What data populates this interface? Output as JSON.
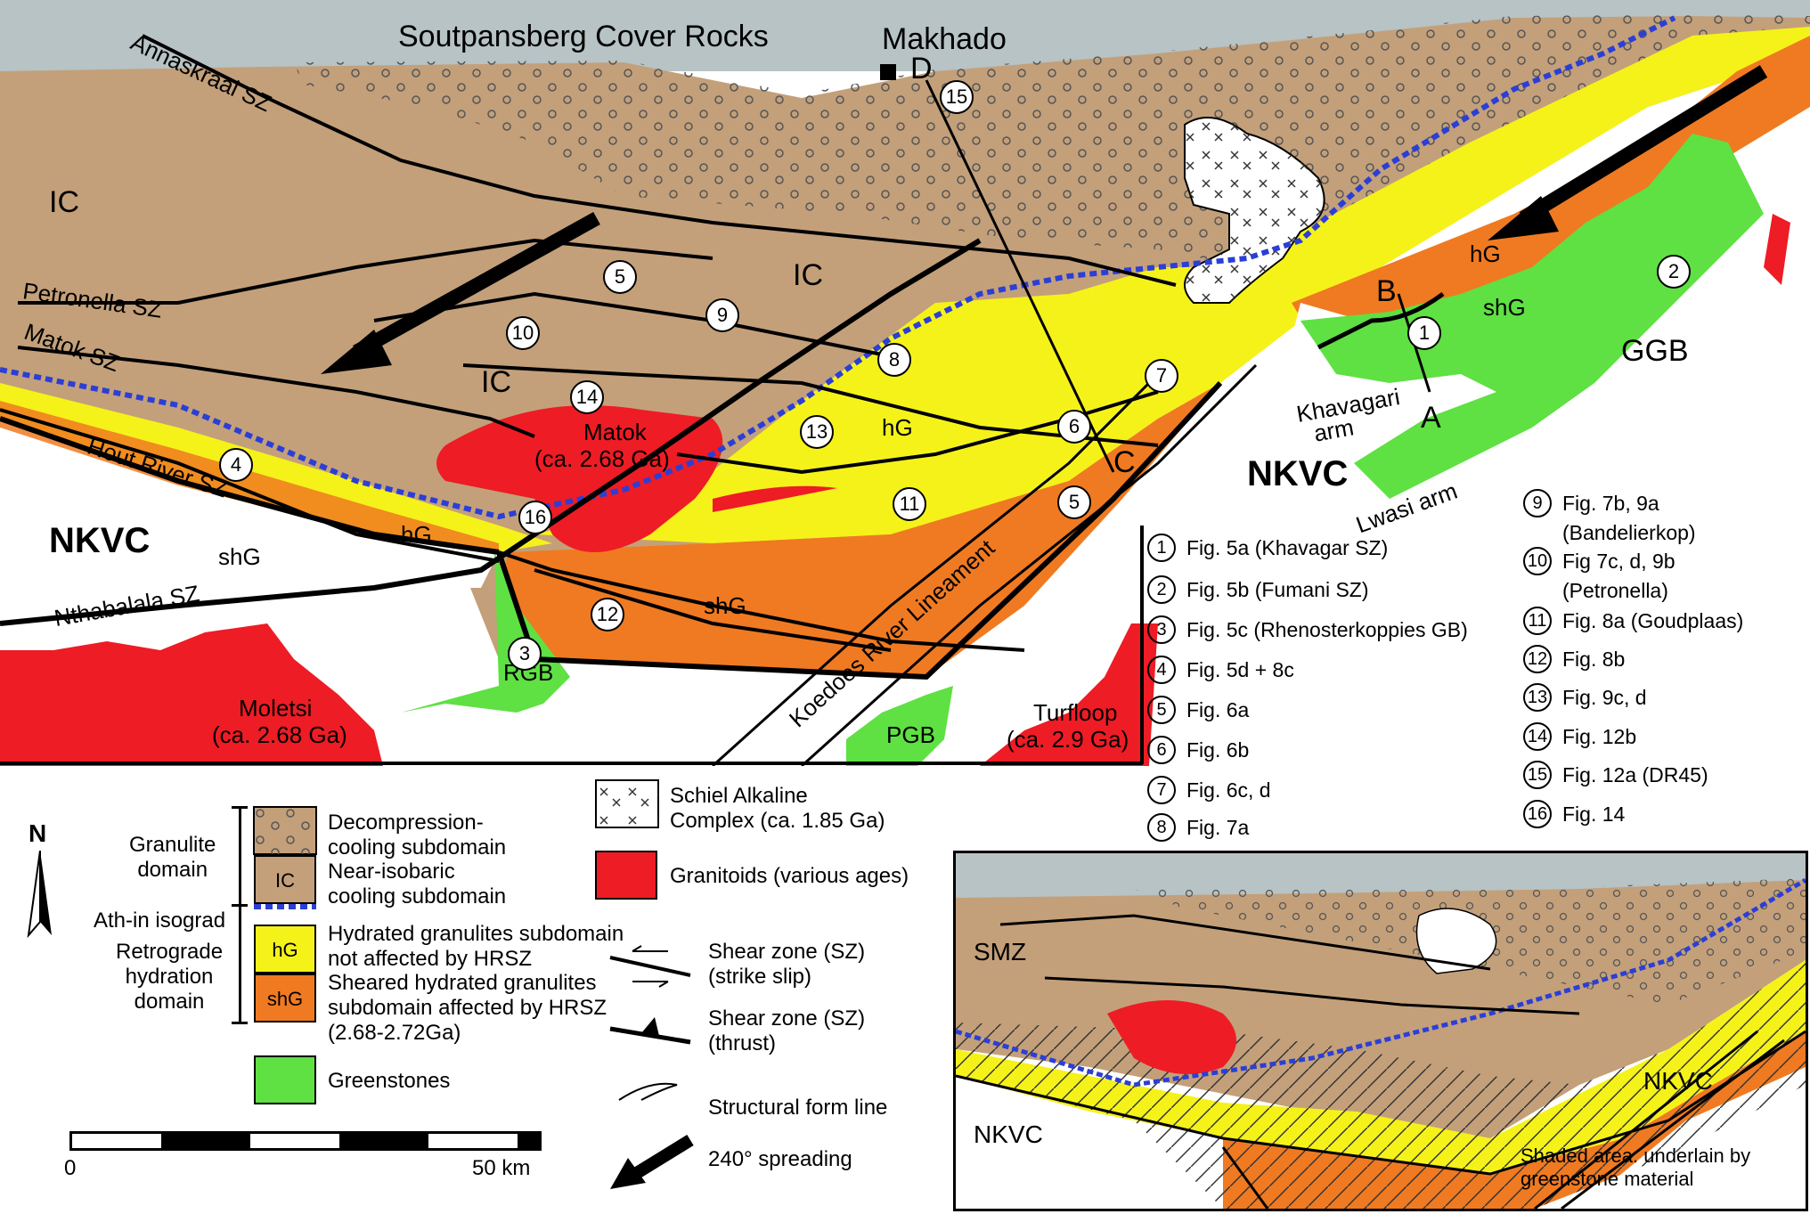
{
  "map": {
    "cover_rocks_label": "Soutpansberg Cover Rocks",
    "town_label": "Makhado",
    "units": {
      "ic_labels": [
        "IC",
        "IC",
        "IC"
      ],
      "hg_labels": [
        "hG",
        "hG",
        "hG"
      ],
      "shg_labels": [
        "shG",
        "shG",
        "shG"
      ],
      "nkvc_labels": [
        "NKVC",
        "NKVC"
      ],
      "ggb": "GGB",
      "rgb": "RGB",
      "pgb": "PGB"
    },
    "shear_zones": {
      "annaskraal": "Annaskraal SZ",
      "petronella": "Petronella SZ",
      "matok_sz": "Matok SZ",
      "hout_river": "Hout River SZ",
      "nthabalala": "Nthabalala SZ",
      "koedoes": "Koedoes River Lineament"
    },
    "granitoids": {
      "matok_name": "Matok",
      "matok_age": "(ca. 2.68 Ga)",
      "moletsi_name": "Moletsi",
      "moletsi_age": "(ca. 2.68 Ga)",
      "turfloop_name": "Turfloop",
      "turfloop_age": "(ca. 2.9 Ga)"
    },
    "arms": {
      "khavagari_1": "Khavagari",
      "khavagari_2": "arm",
      "lwasi": "Lwasi arm"
    },
    "section_letters": [
      "A",
      "B",
      "C",
      "D"
    ],
    "locality_numbers": [
      "1",
      "2",
      "3",
      "4",
      "5",
      "5",
      "6",
      "7",
      "8",
      "9",
      "10",
      "11",
      "12",
      "13",
      "14",
      "15",
      "16"
    ],
    "colors": {
      "cover": "#b7c3c4",
      "granulite": "#c3a07a",
      "hG": "#f5f21a",
      "shG": "#f07a21",
      "granitoid": "#ee1c25",
      "greenstone": "#5fe043",
      "isograd": "#2b3fd6"
    }
  },
  "figure_index": [
    {
      "num": "1",
      "text": "Fig. 5a (Khavagar SZ)"
    },
    {
      "num": "2",
      "text": "Fig. 5b (Fumani SZ)"
    },
    {
      "num": "3",
      "text": "Fig. 5c (Rhenosterkoppies GB)"
    },
    {
      "num": "4",
      "text": "Fig. 5d + 8c"
    },
    {
      "num": "5",
      "text": "Fig. 6a"
    },
    {
      "num": "6",
      "text": "Fig. 6b"
    },
    {
      "num": "7",
      "text": "Fig. 6c, d"
    },
    {
      "num": "8",
      "text": "Fig. 7a"
    },
    {
      "num": "9",
      "text": "Fig. 7b, 9a",
      "text2": "(Bandelierkop)"
    },
    {
      "num": "10",
      "text": "Fig 7c, d, 9b",
      "text2": "(Petronella)"
    },
    {
      "num": "11",
      "text": "Fig. 8a (Goudplaas)"
    },
    {
      "num": "12",
      "text": "Fig. 8b"
    },
    {
      "num": "13",
      "text": "Fig. 9c, d"
    },
    {
      "num": "14",
      "text": "Fig. 12b"
    },
    {
      "num": "15",
      "text": "Fig. 12a (DR45)"
    },
    {
      "num": "16",
      "text": "Fig. 14"
    }
  ],
  "legend": {
    "north": "N",
    "granulite_domain": [
      "Granulite",
      "domain"
    ],
    "decompression": [
      "Decompression-",
      "cooling subdomain"
    ],
    "ic_swatch": "IC",
    "near_isobaric": [
      "Near-isobaric",
      "cooling subdomain"
    ],
    "isograd": "Ath-in isograd",
    "hydrated": [
      "Hydrated granulites subdomain",
      "not affected by HRSZ"
    ],
    "hg_swatch": "hG",
    "retrograde": [
      "Retrograde",
      "hydration",
      "domain"
    ],
    "sheared": [
      "Sheared hydrated granulites",
      "subdomain affected by HRSZ",
      "(2.68-2.72Ga)"
    ],
    "shg_swatch": "shG",
    "greenstones": "Greenstones",
    "schiel": [
      "Schiel Alkaline",
      "Complex (ca. 1.85 Ga)"
    ],
    "granitoids": "Granitoids (various ages)",
    "strike_slip": [
      "Shear zone (SZ)",
      "(strike slip)"
    ],
    "thrust": [
      "Shear zone (SZ)",
      "(thrust)"
    ],
    "form_line": "Structural form line",
    "spreading": "240° spreading",
    "scale_min": "0",
    "scale_max": "50 km"
  },
  "inset": {
    "smz": "SMZ",
    "nkvc_left": "NKVC",
    "nkvc_right": "NKVC",
    "note": [
      "Shaded area: underlain by",
      "greenstone material"
    ]
  }
}
